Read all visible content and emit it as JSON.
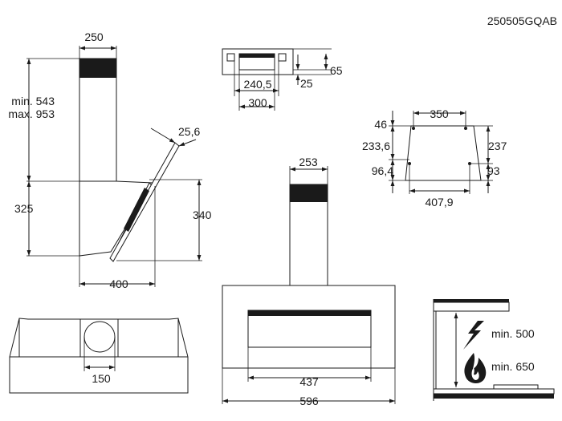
{
  "drawing_code": "250505GQAB",
  "side_view": {
    "chimney_width": "250",
    "min_label": "min. 543",
    "max_label": "max. 953",
    "lower_height": "325",
    "glass_height": "340",
    "glass_thickness": "25,6",
    "depth": "400"
  },
  "top_bracket": {
    "height": "65",
    "offset": "25",
    "inner_width": "240,5",
    "outer_width": "300"
  },
  "wall_bracket": {
    "top_width": "350",
    "left_top": "46",
    "left_mid": "233,6",
    "left_bottom": "96,4",
    "right_mid": "237",
    "right_bottom": "93",
    "bottom_width": "407,9"
  },
  "top_view": {
    "outlet_diameter": "150"
  },
  "front_view": {
    "chimney_width": "253",
    "filter_width": "437",
    "total_width": "596"
  },
  "clearance": {
    "electric_min": "min. 500",
    "gas_min": "min. 650"
  }
}
